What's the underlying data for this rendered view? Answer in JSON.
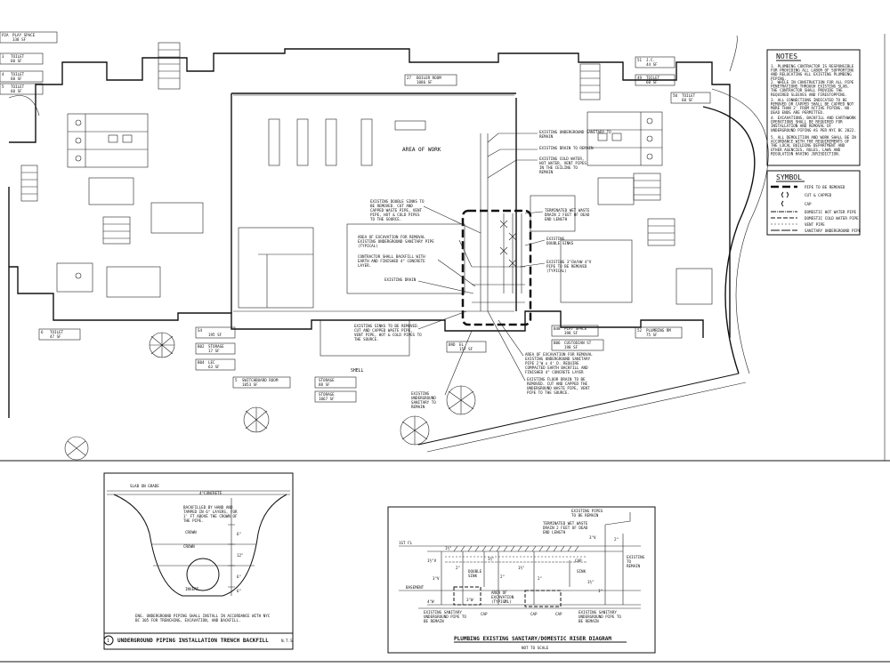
{
  "plan": {
    "area_of_work": "AREA OF WORK",
    "room_labels": [
      {
        "num": "P2A",
        "name": "PLAY SPACE",
        "area": "338 SF"
      },
      {
        "num": "3",
        "name": "TOILET",
        "area": "60 SF"
      },
      {
        "num": "4",
        "name": "TOILET",
        "area": "60 SF"
      },
      {
        "num": "5",
        "name": "TOILET",
        "area": "60 SF"
      },
      {
        "num": "27",
        "name": "BOILER ROOM",
        "area": "1086 SF"
      },
      {
        "num": "51",
        "name": "J.C.",
        "area": "44 SF"
      },
      {
        "num": "49",
        "name": "TOILET",
        "area": "60 SF"
      },
      {
        "num": "50",
        "name": "TOILET",
        "area": "60 SF"
      },
      {
        "num": "6",
        "name": "TOILET",
        "area": "47 SF"
      },
      {
        "num": "S4",
        "name": "",
        "area": "195 SF"
      },
      {
        "num": "B02",
        "name": "STORAGE",
        "area": "17 SF"
      },
      {
        "num": "B04",
        "name": "LEC",
        "area": "63 SF"
      },
      {
        "num": "5",
        "name": "SWITCHBOARD ROOM",
        "area": "1053 SF"
      },
      {
        "num": "",
        "name": "STORAGE",
        "area": "88 SF"
      },
      {
        "num": "",
        "name": "STORAGE",
        "area": "1067 SF"
      },
      {
        "num": "B9D",
        "name": "EL",
        "area": "157 SF"
      },
      {
        "num": "B48",
        "name": "PLAY SPACE",
        "area": "398 SF"
      },
      {
        "num": "B06",
        "name": "CUSTODIAN ST",
        "area": "198 SF"
      },
      {
        "num": "52",
        "name": "PLUMBING RM",
        "area": "75 SF"
      }
    ],
    "callouts": [
      "EXISTING UNDERGROUND SANITARY TO REMAIN",
      "EXISTING DRAIN TO REMAIN",
      "EXISTING COLD WATER, HOT WATER, VENT PIPES IN THE CEILING TO REMAIN",
      "TERMINATED WET WASTE DRAIN 2 FEET OF DEAD END LENGTH",
      "EXISTING DOUBLE SINKS",
      "EXISTING 3\"CW/HW 4\"V PIPE TO BE REMOVED (TYPICAL)",
      "EXISTING DOUBLE SINKS TO BE REMOVED. CUT AND CAPPED WASTE PIPE, VENT PIPE, HOT & COLD PIPES TO THE SOURCE.",
      "AREA OF EXCAVATION FOR REMOVAL EXISTING UNDERGROUND SANITARY PIPE (TYPICAL)",
      "CONTRACTOR SHALL BACKFILL WITH EARTH AND FINISHED 4\" CONCRETE LAYER.",
      "EXISTING DRAIN",
      "EXISTING SINKS TO BE REMOVED. CUT AND CAPPED WASTE PIPE, VENT PIPE, HOT & COLD PIPES TO THE SOURCE.",
      "AREA OF EXCAVATION FOR REMOVAL EXISTING UNDERGROUND SANITARY PIPE 2'W x 4' D. REQUIRE COMPACTED EARTH BACKFILL AND FINISHED 4\" CONCRETE LAYER",
      "EXISTING FLOOR DRAIN TO BE REMOVED. CUT AND CAPPED THE UNDERGROUND WASTE PIPE, VENT PIPE TO THE SOURCE.",
      "EXISTING UNDERGROUND SANITARY TO REMAIN"
    ],
    "shell_label": "SHELL"
  },
  "notes": {
    "title": "NOTES",
    "items": [
      "1. PLUMBING CONTRACTOR IS RESPONSIBLE FOR PROVIDING ALL LABOR OF SUPPORTING AND RELOCATING ALL EXISTING PLUMBING PIPING.",
      "2. WHILE IN CONSTRUCTION FOR ALL PIPE PENETRATIONS THROUGH EXISTING SLAB, THE CONTRACTOR SHALL PROVIDE THE REQUIRED SLEEVES AND FIRESTOPPING.",
      "3. ALL CONNECTIONS INDICATED TO BE REMOVED OR CAPPED SHALL BE CAPPED NOT MORE THAN 2' FROM ACTIVE PIPING. NO DEAD ENDS ARE PERMITTED.",
      "4. EXCAVATIONS, BACKFILL AND EARTHWORK OPERATIONS SHALL BE REQUIRED FOR INSTALLATION AND REMOVAL OF UNDERGROUND PIPING AS PER NYC BC 2022.",
      "5. ALL DEMOLITION AND WORK SHALL BE IN ACCORDANCE WITH THE REQUIREMENTS OF THE LOCAL BUILDING DEPARTMENT AND OTHER AGENCIES, RULES, LAWS AND REGULATION HAVING JURISDICTION."
    ]
  },
  "symbol_legend": {
    "title": "SYMBOL",
    "items": [
      {
        "symbol": "dashed-heavy",
        "label": "PIPE TO BE REMOVED"
      },
      {
        "symbol": "cut-cap",
        "label": "CUT & CAPPED"
      },
      {
        "symbol": "cap",
        "label": "CAP"
      },
      {
        "symbol": "line-dot",
        "label": "DOMESTIC HOT WATER PIPE"
      },
      {
        "symbol": "line-dash",
        "label": "DOMESTIC COLD WATER PIPE"
      },
      {
        "symbol": "line-thin",
        "label": "VENT PIPE"
      },
      {
        "symbol": "line-long",
        "label": "SANITARY UNDERGROUND PIPE"
      }
    ]
  },
  "trench_detail": {
    "number": "1",
    "title": "UNDERGROUND PIPING INSTALLATION TRENCH BACKFILL",
    "scale": "N.T.S",
    "labels": [
      "SLAB ON GRADE",
      "4\"CONCRETE",
      "BACKFILLED BY HAND AND TAMPED IN 6\" LAYERS, FOR 1' FT ABOVE THE CROWN OF THE PIPE.",
      "CROWN",
      "CROWN",
      "INVERT"
    ],
    "dims": [
      "6\"",
      "12\"",
      "6\"",
      "6\""
    ],
    "note": "ENG. UNDERGROUND PIPING SHALL INSTALL IN ACCORDANCE WITH NYC BC 305 FOR TRENCHING, EXCAVATION, AND BACKFILL."
  },
  "riser": {
    "title": "PLUMBING EXISTING SANITARY/DOMESTIC RISER DIAGRAM",
    "subtitle": "NOT TO SCALE",
    "labels": [
      "1ST FL",
      "BASEMENT",
      "EXISTING PIPES TO BE REMAIN",
      "TERMINATED WET WASTE DRAIN 2 FEET OF DEAD END LENGTH",
      "DOUBLE SINK",
      "SINK",
      "AREA OF EXCAVATION (TYPICAL)",
      "EXISTING SANITARY UNDERGROUND PIPE TO BE REMAIN",
      "EXISTING SANITARY UNDERGROUND PIPE TO BE REMAIN",
      "CAP",
      "CAP",
      "CAP",
      "CAP",
      "EXISTING TO REMAIN"
    ],
    "pipe_sizes": [
      "1½\"V",
      "3\"V",
      "1½\"",
      "2\"",
      "3\"W",
      "4\"W",
      "1½\"",
      "2\"",
      "1½\"",
      "2\"",
      "4\"",
      "3\"V",
      "1½\"",
      "1\"",
      "2\"",
      "1½\"V",
      "2\"CW",
      "3\"CW",
      "2\"W",
      "2\"",
      "1½\"",
      "1½\"",
      "1\"",
      "2\"",
      "4\"",
      "4\""
    ]
  }
}
